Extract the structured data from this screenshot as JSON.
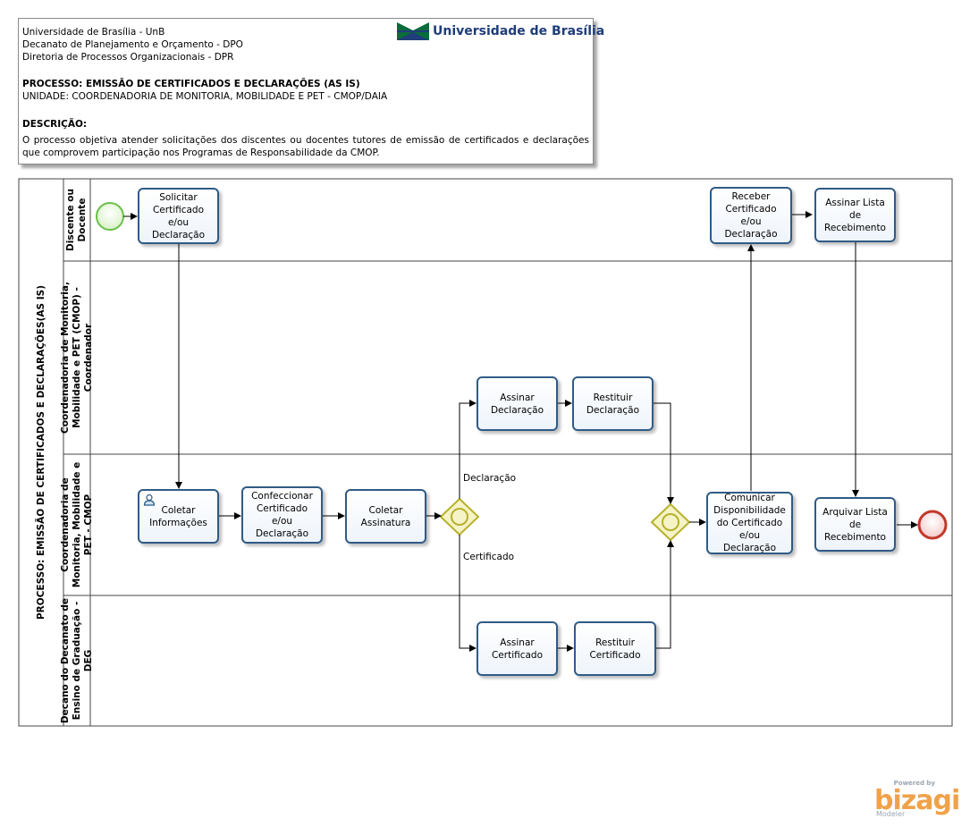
{
  "header": {
    "line1": "Universidade de Brasília - UnB",
    "line2": "Decanato de Planejamento e Orçamento - DPO",
    "line3": "Diretoria de Processos Organizacionais - DPR",
    "processo": "PROCESSO: EMISSÃO DE CERTIFICADOS E DECLARAÇÕES (AS IS)",
    "unidade": "UNIDADE: COORDENADORIA DE MONITORIA, MOBILIDADE E PET - CMOP/DAIA",
    "descricao_label": "DESCRIÇÃO:",
    "descricao": "O processo objetiva atender solicitações dos discentes ou docentes tutores de emissão de certificados e declarações que comprovem participação nos Programas de Responsabilidade da CMOP.",
    "logo_text": "Universidade de Brasília"
  },
  "pool": {
    "label": "PROCESSO: EMISSÃO DE CERTIFICADOS E DECLARAÇÕES(AS IS)"
  },
  "lanes": {
    "discente": "Discente ou Docente",
    "coordenador": "Coordenadoria de Monitoria, Mobilidade e PET (CMOP) - Coordenador",
    "cmop": "Coordenadoria de Monitoria, Mobilidade e PET - CMOP",
    "deg": "Decano do Decanato de Ensino de Graduação - DEG"
  },
  "tasks": {
    "solicitar": "Solicitar Certificado e/ou Declaração",
    "receber": "Receber Certificado e/ou Declaração",
    "assinar_lista": "Assinar Lista de Recebimento",
    "assinar_declaracao": "Assinar Declaração",
    "restituir_declaracao": "Restituir Declaração",
    "coletar_info": "Coletar Informações",
    "confeccionar": "Confeccionar Certificado e/ou Declaração",
    "coletar_assinatura": "Coletar Assinatura",
    "comunicar": "Comunicar Disponibilidade do Certificado e/ou Declaração",
    "arquivar": "Arquivar Lista de Recebimento",
    "assinar_certificado": "Assinar Certificado",
    "restituir_certificado": "Restituir Certificado"
  },
  "gateway_labels": {
    "declaracao": "Declaração",
    "certificado": "Certificado"
  },
  "branding": {
    "powered_by": "Powered by",
    "name": "bizagi",
    "product": "Modeler"
  },
  "colors": {
    "task_border": "#2f5b86",
    "start_event": "#6cc04a",
    "end_event": "#c0392b",
    "gateway": "#c9c230"
  }
}
